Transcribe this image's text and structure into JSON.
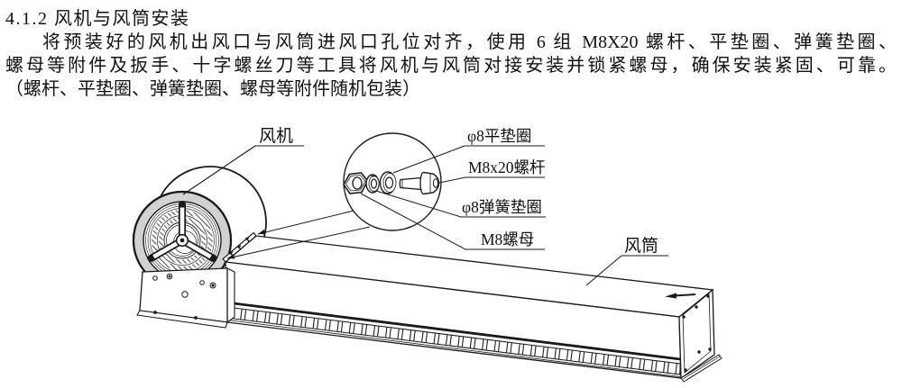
{
  "document": {
    "heading": "4.1.2 风机与风筒安装",
    "body_lines": [
      "将预装好的风机出风口与风筒进风口孔位对齐，使用 6 组 M8X20 螺杆、平垫圈、弹簧垫圈、",
      "螺母等附件及扳手、十字螺丝刀等工具将风机与风筒对接安装并锁紧螺母，确保安装紧固、可靠。",
      "（螺杆、平垫圈、弹簧垫圈、螺母等附件随机包装）"
    ]
  },
  "diagram": {
    "labels": {
      "fan": "风机",
      "duct": "风筒",
      "flat_washer": "φ8平垫圈",
      "bolt": "M8x20螺杆",
      "spring_washer": "φ8弹簧垫圈",
      "nut": "M8螺母"
    },
    "hardware_sets": "6",
    "line_color": "#1a1a1a",
    "paper_color": "#ffffff"
  }
}
